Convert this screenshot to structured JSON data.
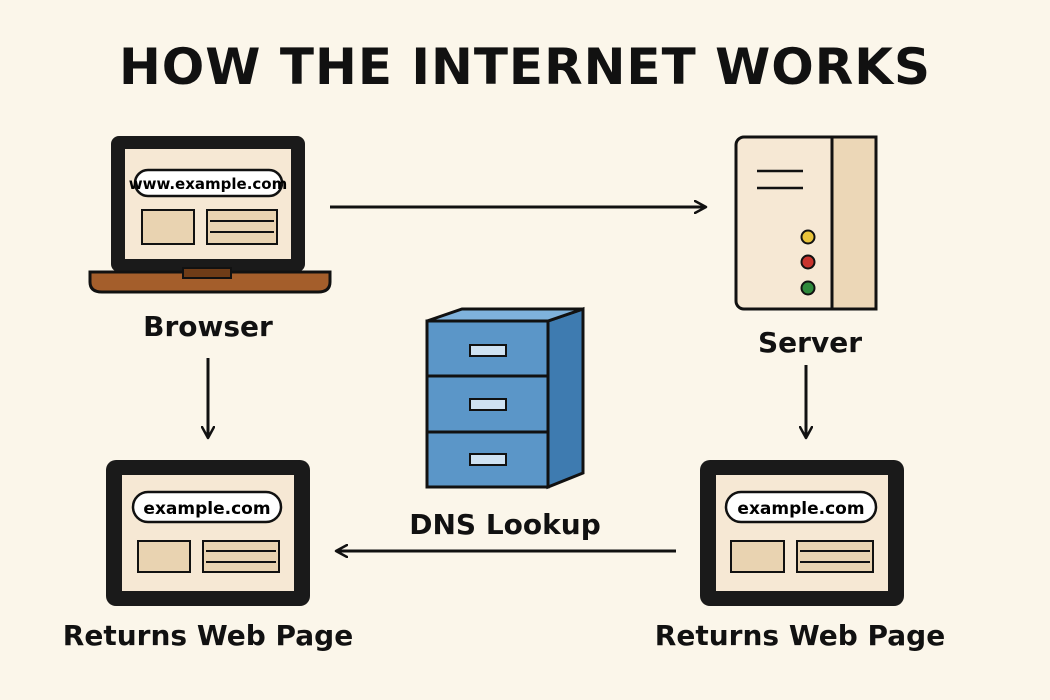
{
  "title": "HOW THE INTERNET WORKS",
  "nodes": {
    "browser": {
      "label": "Browser",
      "url": "www.example.com"
    },
    "server": {
      "label": "Server"
    },
    "dns": {
      "label": "DNS Lookup"
    },
    "page_left": {
      "label": "Returns Web Page",
      "url": "example.com"
    },
    "page_right": {
      "label": "Returns Web Page",
      "url": "example.com"
    }
  },
  "colors": {
    "background": "#fbf6ea",
    "screen": "#f6e8d4",
    "block": "#e9d3b1",
    "laptop_base": "#a45e2b",
    "cabinet_blue": "#5b96c8",
    "cabinet_side": "#3e7bb0",
    "led_yellow": "#e9c33a",
    "led_red": "#c8332d",
    "led_green": "#2f8a3c"
  },
  "icons": [
    "laptop-icon",
    "server-tower-icon",
    "filing-cabinet-icon",
    "tablet-icon"
  ]
}
